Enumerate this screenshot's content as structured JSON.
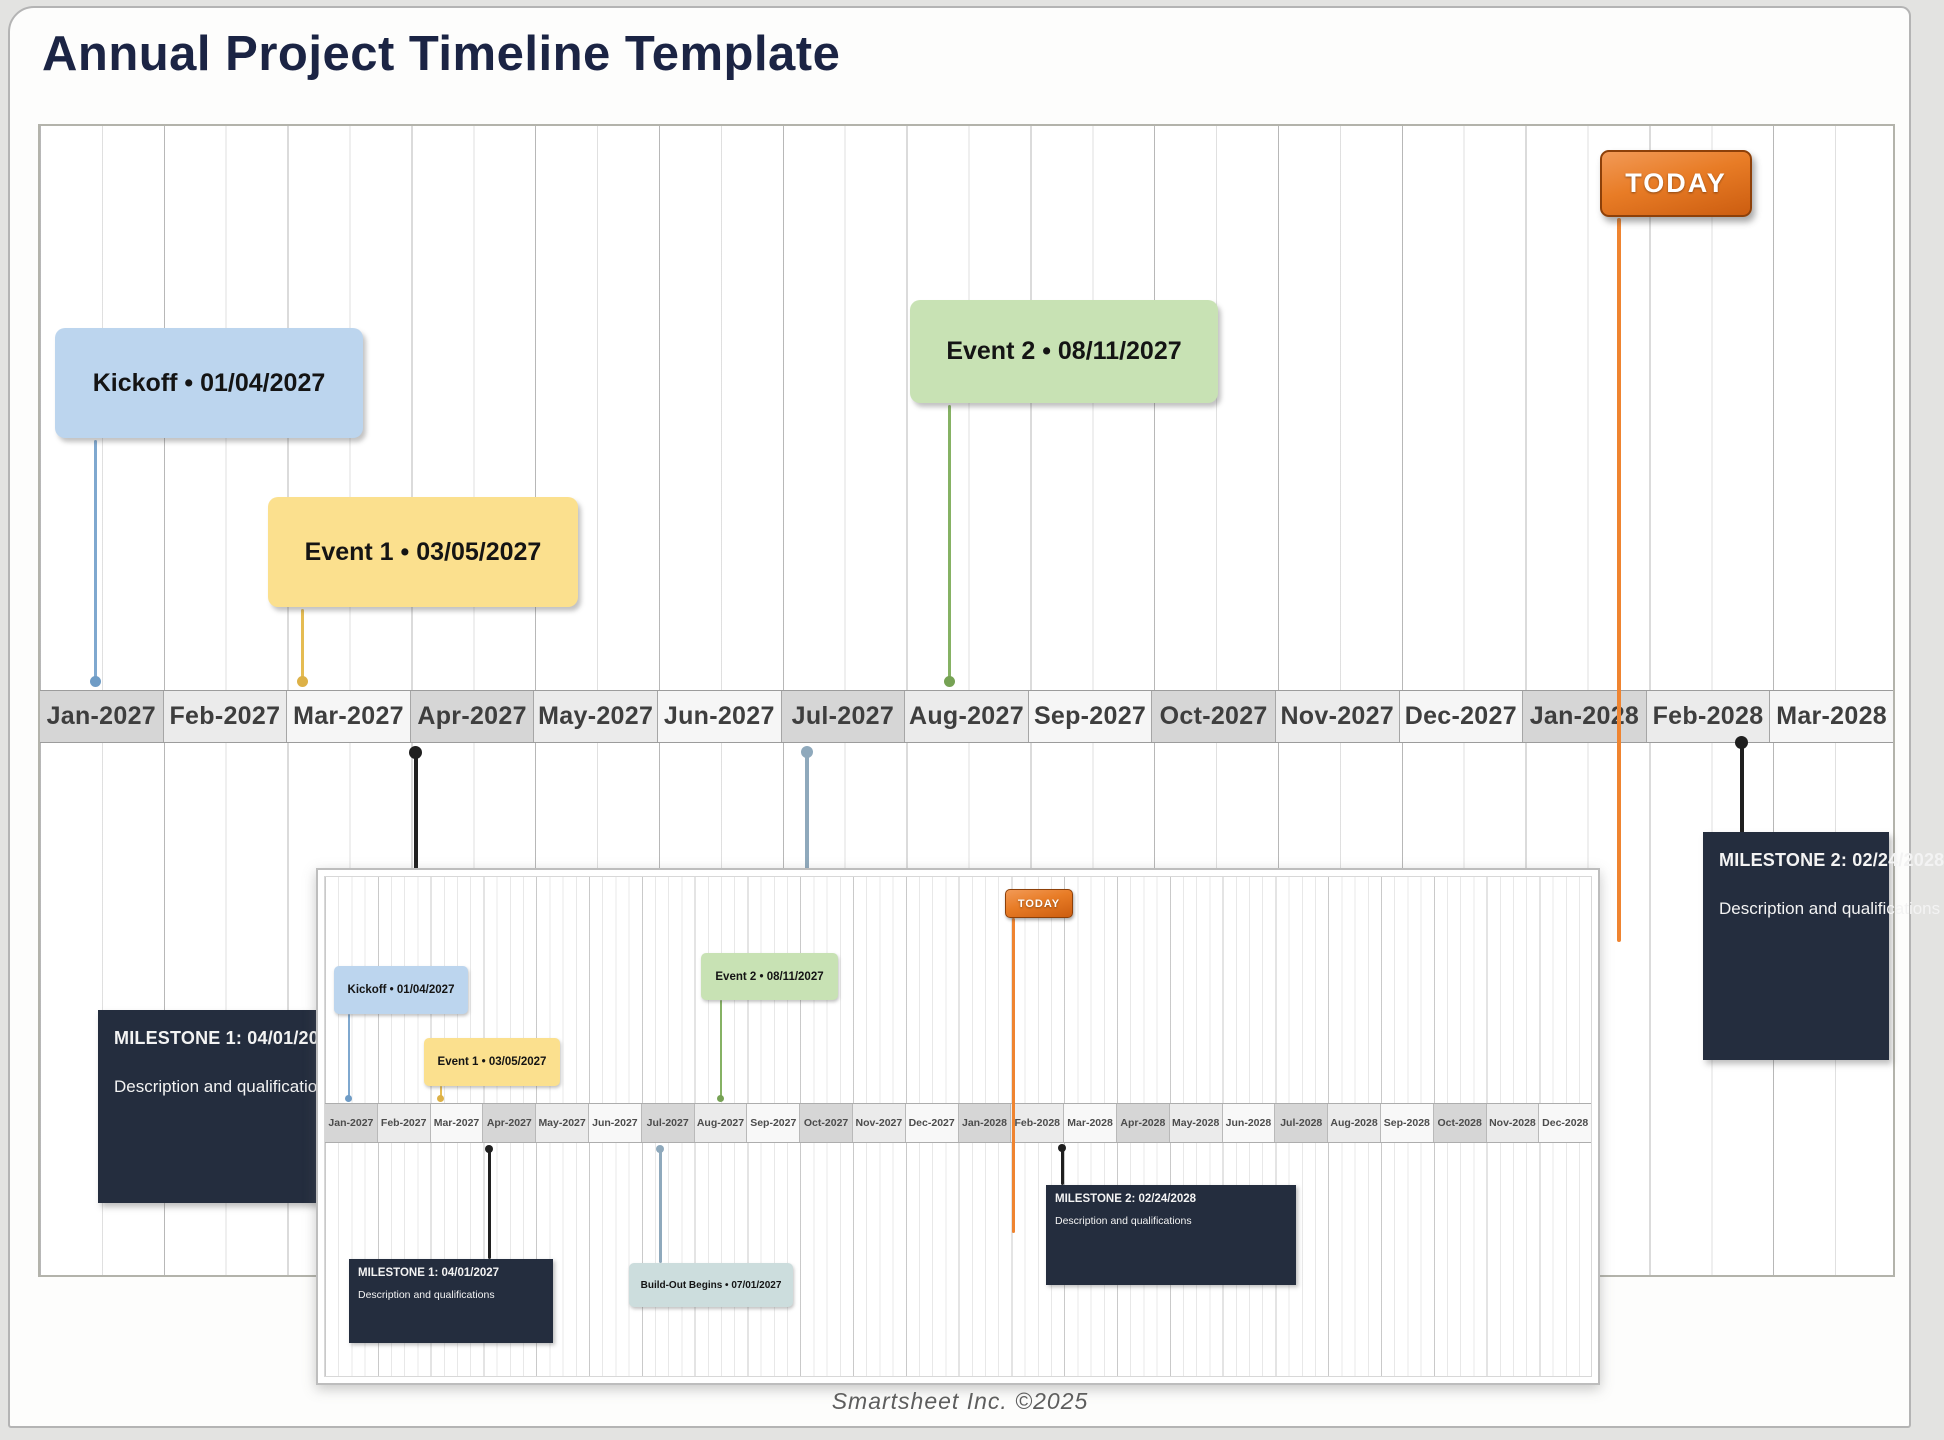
{
  "page": {
    "title": "Annual Project Timeline Template",
    "footer": "Smartsheet Inc. ©2025"
  },
  "colors": {
    "title_navy": "#1b2444",
    "kickoff_blue": "#bcd5ee",
    "event_yellow": "#fbe08e",
    "event_green": "#c8e2b4",
    "today_orange": "#e4731d",
    "milestone_navy": "#242d3e",
    "buildout_teal": "#ccdddd",
    "month_shade_dark": "#d6d6d6",
    "month_shade_mid": "#ebebeb",
    "month_shade_light": "#f6f6f6"
  },
  "main": {
    "months": [
      "Jan-2027",
      "Feb-2027",
      "Mar-2027",
      "Apr-2027",
      "May-2027",
      "Jun-2027",
      "Jul-2027",
      "Aug-2027",
      "Sep-2027",
      "Oct-2027",
      "Nov-2027",
      "Dec-2027",
      "Jan-2028",
      "Feb-2028",
      "Mar-2028"
    ],
    "events": {
      "kickoff": "Kickoff • 01/04/2027",
      "event1": "Event 1 • 03/05/2027",
      "event2": "Event 2 • 08/11/2027",
      "today": "TODAY"
    },
    "milestone1": {
      "title": "MILESTONE 1: 04/01/2027",
      "desc": "Description and qualifications"
    },
    "milestone2": {
      "title": "MILESTONE 2: 02/24/2028",
      "desc": "Description and qualifications"
    }
  },
  "inset": {
    "months": [
      "Jan-2027",
      "Feb-2027",
      "Mar-2027",
      "Apr-2027",
      "May-2027",
      "Jun-2027",
      "Jul-2027",
      "Aug-2027",
      "Sep-2027",
      "Oct-2027",
      "Nov-2027",
      "Dec-2027",
      "Jan-2028",
      "Feb-2028",
      "Mar-2028",
      "Apr-2028",
      "May-2028",
      "Jun-2028",
      "Jul-2028",
      "Aug-2028",
      "Sep-2028",
      "Oct-2028",
      "Nov-2028",
      "Dec-2028"
    ],
    "events": {
      "kickoff": "Kickoff • 01/04/2027",
      "event1": "Event 1 • 03/05/2027",
      "event2": "Event 2 • 08/11/2027",
      "today": "TODAY",
      "buildout": "Build-Out Begins • 07/01/2027"
    },
    "milestone1": {
      "title": "MILESTONE 1: 04/01/2027",
      "desc": "Description and qualifications"
    },
    "milestone2": {
      "title": "MILESTONE 2: 02/24/2028",
      "desc": "Description and qualifications"
    }
  }
}
